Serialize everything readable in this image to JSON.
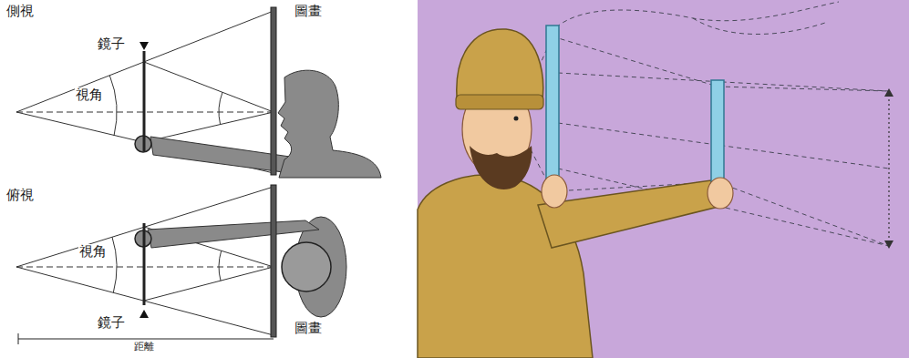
{
  "diagram": {
    "labels": [
      "側視",
      "鏡子",
      "視角",
      "圖畫",
      "俯視",
      "視角",
      "鏡子",
      "圖畫",
      "距離"
    ]
  }
}
